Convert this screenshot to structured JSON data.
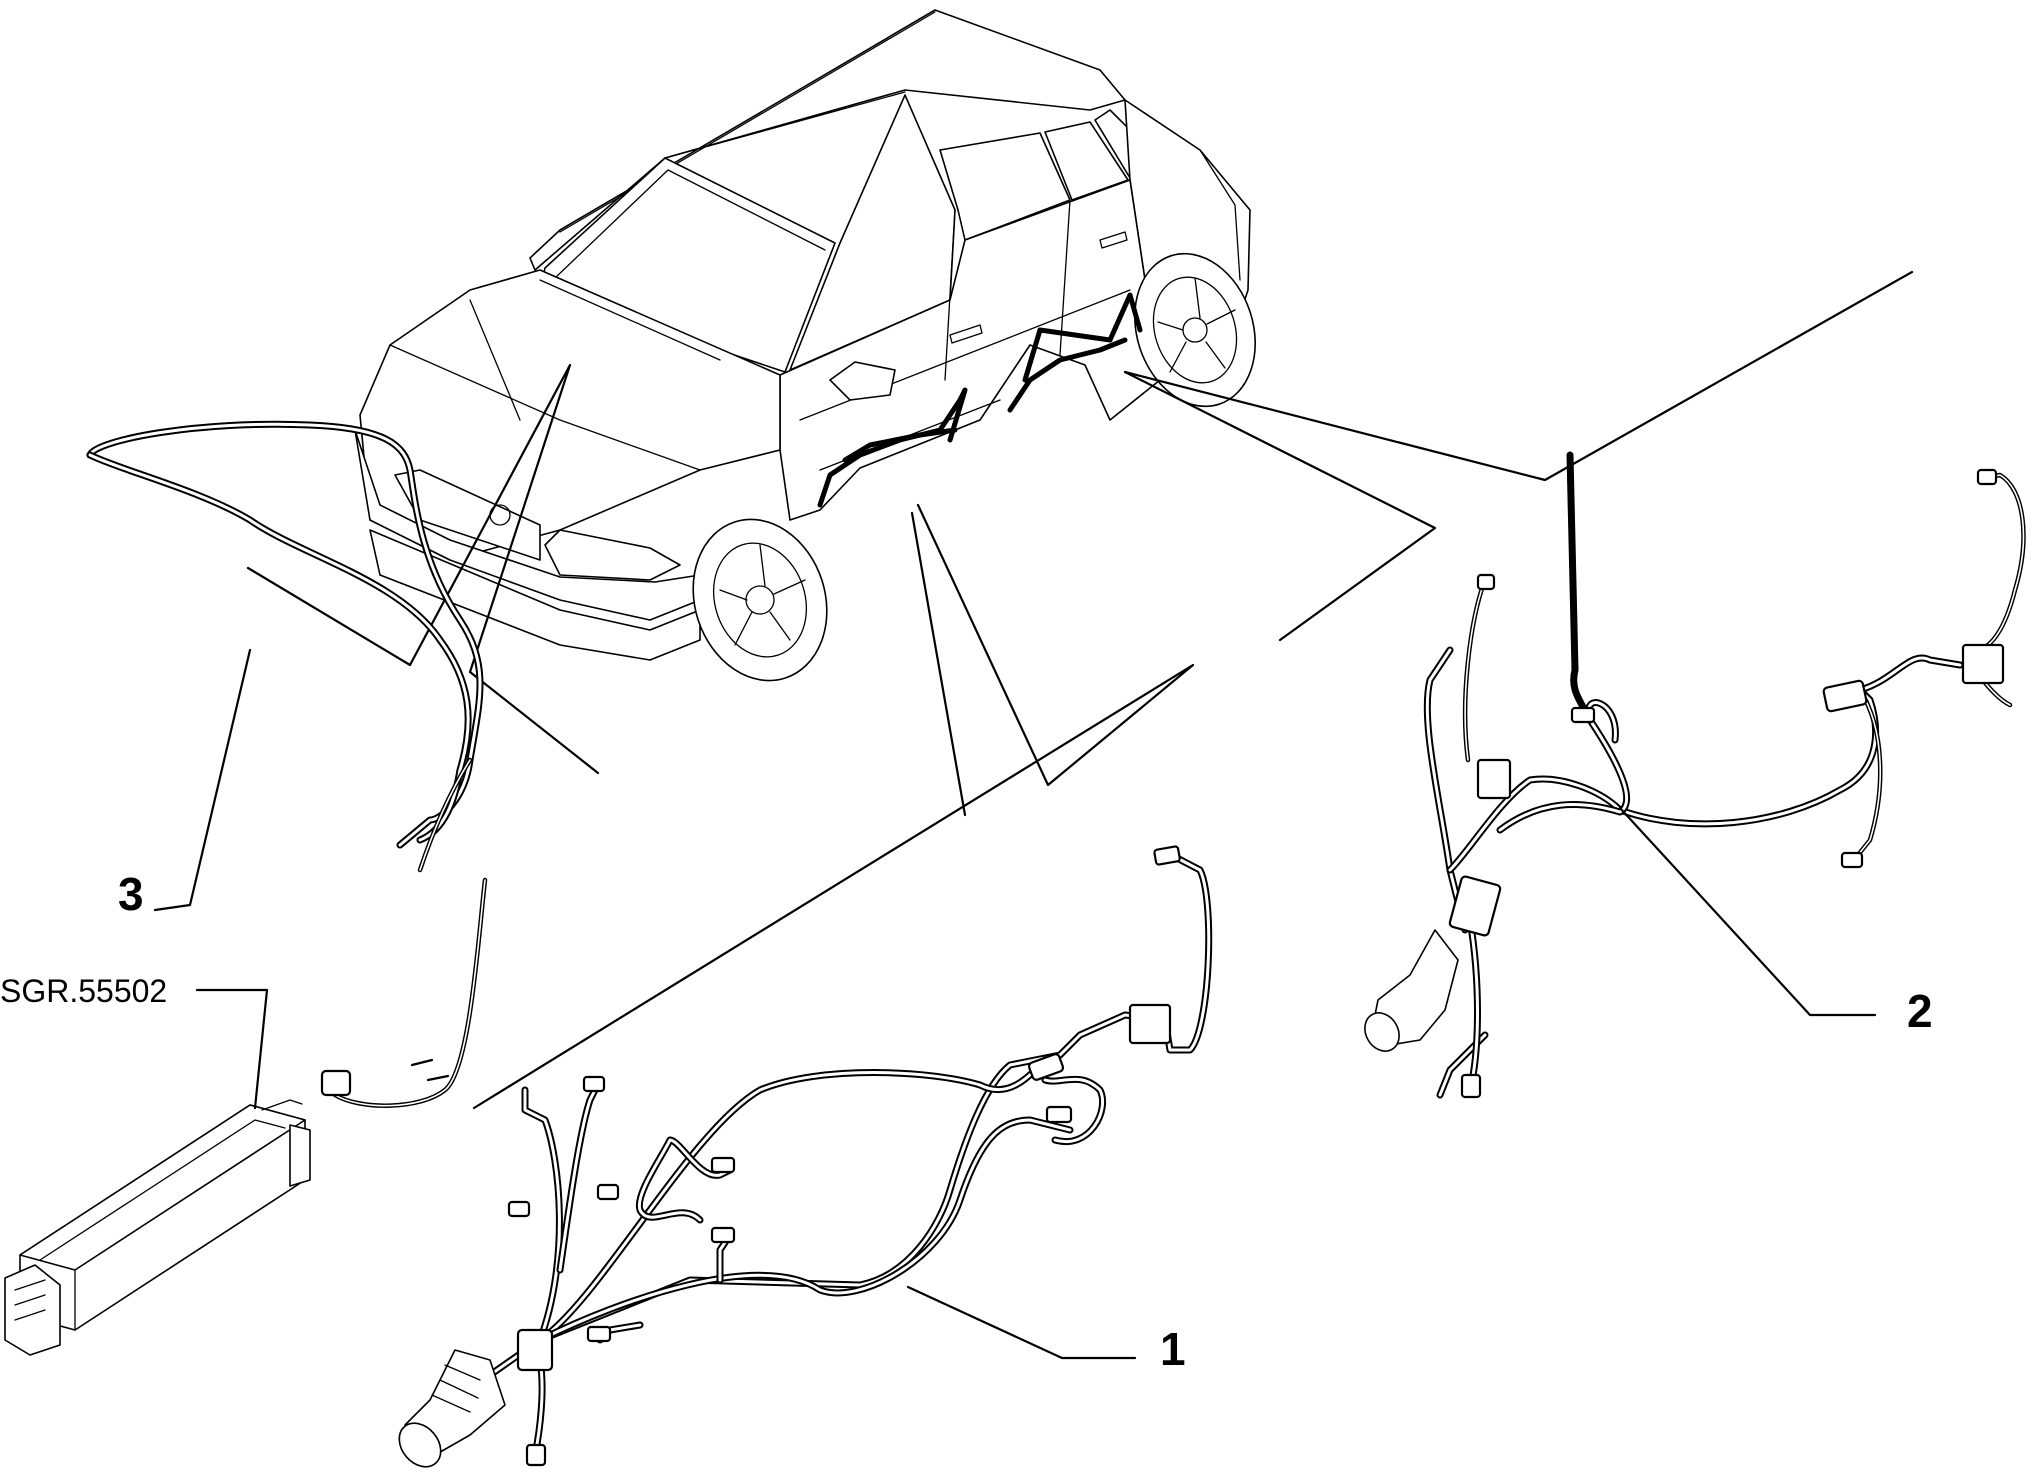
{
  "callouts": {
    "harness_1": "1",
    "harness_2": "2",
    "harness_3": "3"
  },
  "reference": "SGR.55502"
}
